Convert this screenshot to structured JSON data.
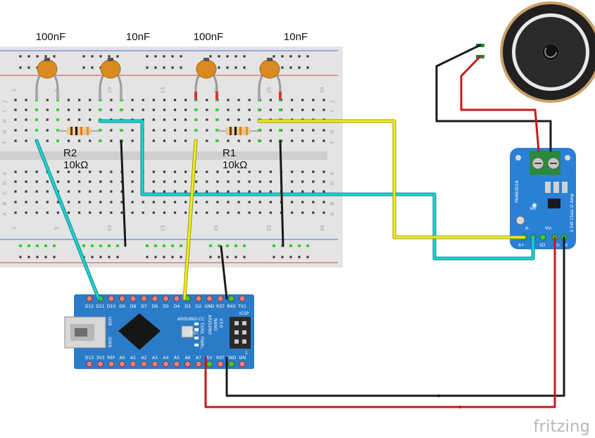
{
  "capacitors": [
    {
      "label": "100nF"
    },
    {
      "label": "10nF"
    },
    {
      "label": "100nF"
    },
    {
      "label": "10nF"
    }
  ],
  "resistors": [
    {
      "name": "R2",
      "value": "10kΩ"
    },
    {
      "name": "R1",
      "value": "10kΩ"
    }
  ],
  "breadboard": {
    "row_letters_top": [
      "J",
      "I",
      "H",
      "G",
      "F"
    ],
    "row_letters_bottom": [
      "E",
      "D",
      "C",
      "B",
      "A"
    ],
    "column_numbers": [
      "1",
      "5",
      "10",
      "15",
      "20",
      "25",
      "30"
    ]
  },
  "arduino": {
    "top_pins": [
      "D12",
      "D11",
      "D10",
      "D9",
      "D8",
      "D7",
      "D6",
      "D5",
      "D4",
      "D3",
      "D2",
      "GND",
      "RST",
      "RX0",
      "TX1"
    ],
    "bottom_pins": [
      "D13",
      "3V3",
      "REF",
      "A0",
      "A1",
      "A2",
      "A3",
      "A4",
      "A5",
      "A6",
      "A7",
      "5V",
      "RST",
      "GND",
      "VIN"
    ],
    "usb_label": "USB",
    "year_label": "2009",
    "brand_label": "ARDUINO.CC",
    "model_lines": [
      "ARDUINO",
      "NANO",
      "V3.0"
    ],
    "icsp_label": "ICSP",
    "rst_label": "RST",
    "led_labels": [
      "TX",
      "RX",
      "PWR",
      "L"
    ],
    "pin1_label": "1"
  },
  "amplifier": {
    "title_lines": [
      "PAM8302A",
      "2.5W Class D Amp"
    ],
    "vol_label": "Vol",
    "pins": [
      "A-",
      "A+",
      "SD",
      "Vin",
      "GND"
    ],
    "pin_labels_bottom": [
      "A+",
      "SD",
      "G",
      "d"
    ]
  },
  "watermark": "fritzing",
  "colors": {
    "wire_cyan": "#1fd3d3",
    "wire_yellow": "#f2ee1a",
    "wire_black": "#1a1a1a",
    "wire_red": "#c81818",
    "capacitor": "#d98a20",
    "arduino_board": "#2b7cc8",
    "amp_board": "#2980d5",
    "breadboard": "#e6e6e6"
  }
}
